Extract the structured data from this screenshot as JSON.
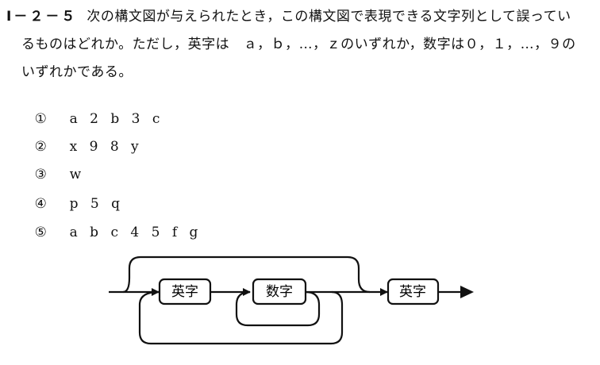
{
  "question": {
    "id": "Ⅰ－２－５",
    "line1": "次の構文図が与えられたとき，この構文図で表現できる文字列として誤ってい",
    "line2": "るものはどれか。ただし，英字は　ａ，ｂ，…，ｚのいずれか，数字は０，１，…，９の",
    "line3": "いずれかである。"
  },
  "options": [
    {
      "number": "①",
      "text": "a 2 b 3 c"
    },
    {
      "number": "②",
      "text": "x 9 8 y"
    },
    {
      "number": "③",
      "text": "w"
    },
    {
      "number": "④",
      "text": "p 5 q"
    },
    {
      "number": "⑤",
      "text": "a b c 4 5 f g"
    }
  ],
  "diagram": {
    "nodes": {
      "letter1": "英字",
      "digit": "数字",
      "letter2": "英字"
    }
  }
}
